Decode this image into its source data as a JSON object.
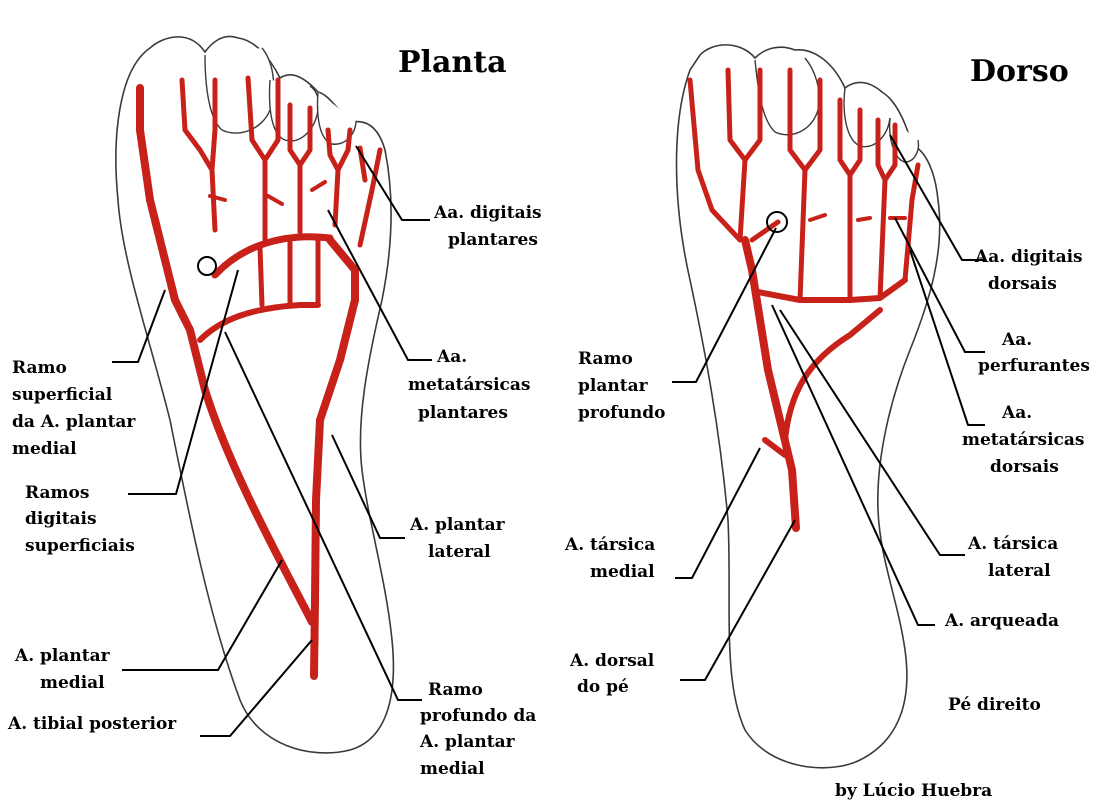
{
  "titles": {
    "planta": "Planta",
    "dorso": "Dorso"
  },
  "labels": {
    "digitais_plantares": [
      "Aa. digitais",
      "plantares"
    ],
    "metatarsicas_plantares": [
      "Aa.",
      "metatársicas",
      "plantares"
    ],
    "ramo_superficial": [
      "Ramo",
      "superficial",
      "da A. plantar",
      "medial"
    ],
    "ramos_digitais_superficiais": [
      "Ramos",
      "digitais",
      "superficiais"
    ],
    "plantar_lateral": [
      "A. plantar",
      "lateral"
    ],
    "plantar_medial": [
      "A. plantar",
      "medial"
    ],
    "tibial_posterior": [
      "A. tibial posterior"
    ],
    "ramo_profundo": [
      "Ramo",
      "profundo da",
      "A. plantar",
      "medial"
    ],
    "digitais_dorsais": [
      "Aa. digitais",
      "dorsais"
    ],
    "perfurantes": [
      "Aa.",
      "perfurantes"
    ],
    "metatarsicas_dorsais": [
      "Aa.",
      "metatársicas",
      "dorsais"
    ],
    "ramo_plantar_profundo": [
      "Ramo",
      "plantar",
      "profundo"
    ],
    "tarsica_medial": [
      "A. társica",
      "medial"
    ],
    "tarsica_lateral": [
      "A. társica",
      "lateral"
    ],
    "arqueada": [
      "A. arqueada"
    ],
    "dorsal_do_pe": [
      "A. dorsal",
      "do pé"
    ]
  },
  "side_note": "Pé direito",
  "credit": "by Lúcio Huebra",
  "colors": {
    "artery": "#c8211a",
    "outline": "#3a3a3a",
    "leader": "#000000"
  }
}
